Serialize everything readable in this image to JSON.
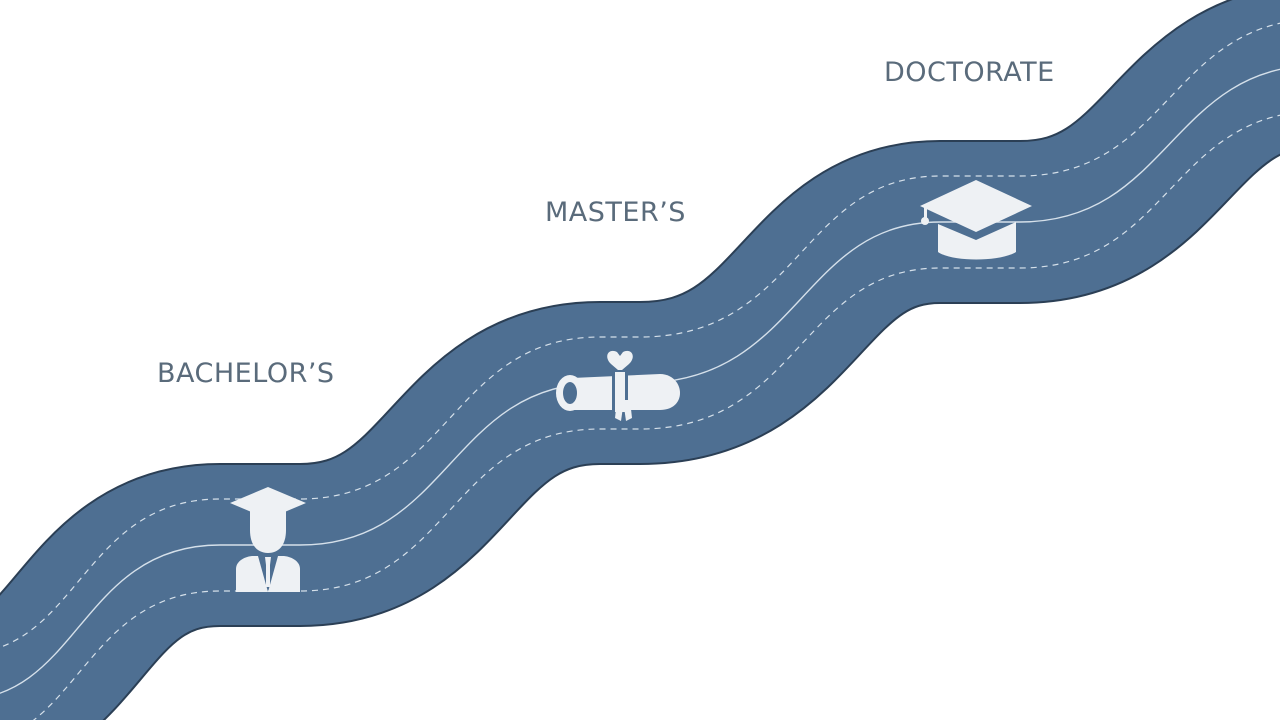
{
  "stages": [
    {
      "id": "bachelor",
      "label": "BACHELOR’S",
      "icon": "graduate-person-icon"
    },
    {
      "id": "master",
      "label": "MASTER’S",
      "icon": "diploma-scroll-icon"
    },
    {
      "id": "doctorate",
      "label": "DOCTORATE",
      "icon": "mortarboard-cap-icon"
    }
  ],
  "colors": {
    "road": "#4e6f92",
    "road_edge": "#2b3f55",
    "lane_marks": "#d5e0ea",
    "icon": "#eef1f4",
    "label_text": "#5a6b7b",
    "background": "#ffffff"
  }
}
